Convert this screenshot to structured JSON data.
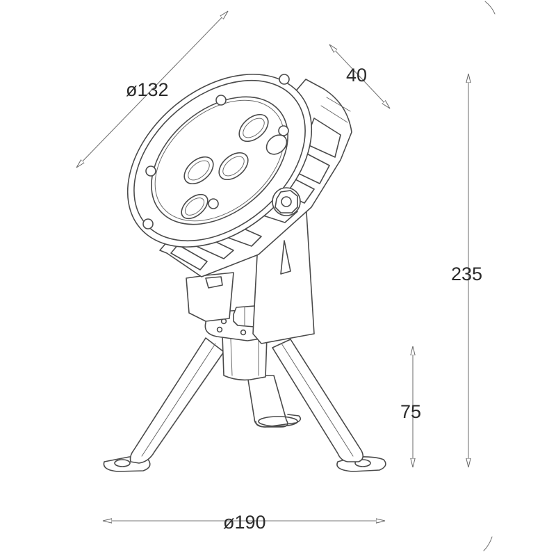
{
  "dimensions": {
    "head_diameter": "ø132",
    "head_depth": "40",
    "total_height": "235",
    "base_height": "75",
    "base_diameter": "ø190"
  },
  "colors": {
    "line": "#4a4a4a",
    "dimension_line": "#777777",
    "text": "#2a2a2a",
    "background": "#ffffff"
  }
}
